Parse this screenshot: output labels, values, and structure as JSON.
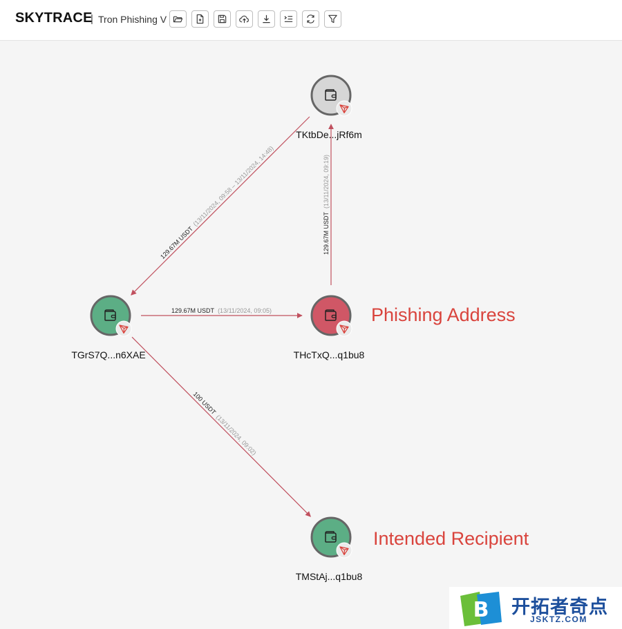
{
  "app": {
    "brand": "SKYTRACE",
    "separator": "|",
    "project_title": "Tron Phishing V"
  },
  "toolbar": {
    "buttons": [
      {
        "name": "open-folder",
        "icon": "folder-open-icon"
      },
      {
        "name": "new-file",
        "icon": "file-plus-icon"
      },
      {
        "name": "save",
        "icon": "save-icon"
      },
      {
        "name": "cloud-upload",
        "icon": "cloud-upload-icon"
      },
      {
        "name": "download",
        "icon": "download-icon"
      },
      {
        "name": "list",
        "icon": "list-icon"
      },
      {
        "name": "refresh",
        "icon": "refresh-icon"
      },
      {
        "name": "filter",
        "icon": "filter-icon"
      }
    ]
  },
  "graph": {
    "nodes": [
      {
        "id": "tktb",
        "label": "TKtbDe...jRf6m",
        "fill": "#d6d6d6"
      },
      {
        "id": "tgrs",
        "label": "TGrS7Q...n6XAE",
        "fill": "#5cae85"
      },
      {
        "id": "thct",
        "label": "THcTxQ...q1bu8",
        "fill": "#d05766"
      },
      {
        "id": "tmst",
        "label": "TMStAj...q1bu8",
        "fill": "#5cae85"
      }
    ],
    "edges": [
      {
        "from": "tktb",
        "to": "tgrs",
        "amount": "129.67M USDT",
        "date": "(13/11/2024, 09:58 – 13/11/2024, 14:48)"
      },
      {
        "from": "thct",
        "to": "tktb",
        "amount": "129.67M USDT",
        "date": "(13/11/2024, 09:19)"
      },
      {
        "from": "tgrs",
        "to": "thct",
        "amount": "129.67M USDT",
        "date": "(13/11/2024, 09:05)"
      },
      {
        "from": "tgrs",
        "to": "tmst",
        "amount": "100 USDT",
        "date": "(13/11/2024, 09:02)"
      }
    ],
    "colors": {
      "edge": "#c0505e",
      "node_border": "#666666",
      "tron_badge": "#d9443d"
    },
    "node_icon": "wallet-icon",
    "badge_icon": "tron-logo-icon"
  },
  "annotations": {
    "phishing": "Phishing Address",
    "intended": "Intended Recipient"
  },
  "watermark": {
    "title": "开拓者奇点",
    "subtitle": "JSKTZ.COM"
  }
}
